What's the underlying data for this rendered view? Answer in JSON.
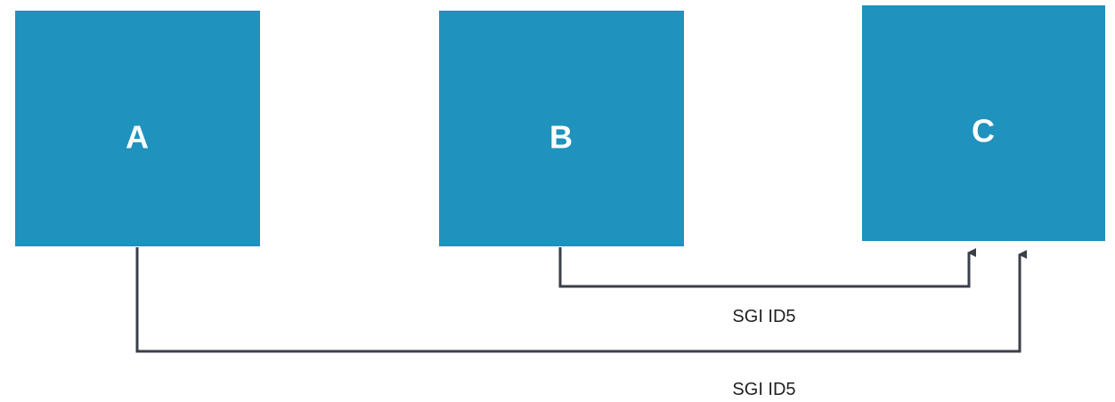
{
  "colors": {
    "node_fill": "#1f92bd",
    "node_text": "#ffffff",
    "connector": "#3a3f4a",
    "edge_text": "#1f1f1f"
  },
  "nodes": [
    {
      "id": "A",
      "label": "A"
    },
    {
      "id": "B",
      "label": "B"
    },
    {
      "id": "C",
      "label": "C"
    }
  ],
  "edges": [
    {
      "from": "B",
      "to": "C",
      "label": "SGI ID5"
    },
    {
      "from": "A",
      "to": "C",
      "label": "SGI ID5"
    }
  ]
}
